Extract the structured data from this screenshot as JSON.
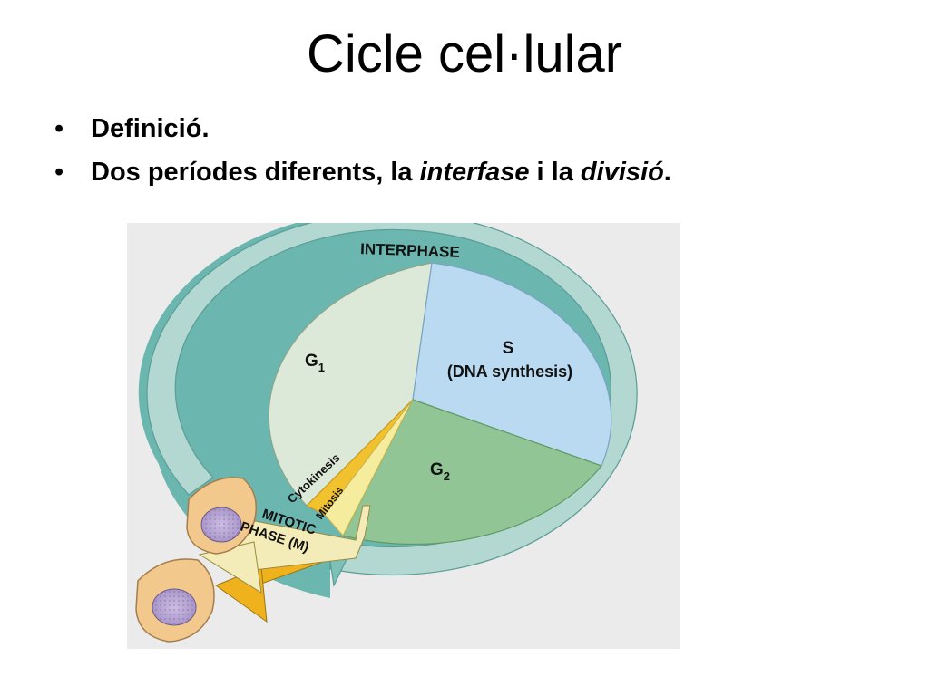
{
  "slide": {
    "title": "Cicle cel·lular",
    "bullets": [
      {
        "text": "Definició."
      },
      {
        "parts": [
          "Dos períodes diferents, la ",
          "interfase",
          " i la ",
          "divisió",
          "."
        ]
      }
    ]
  },
  "diagram": {
    "interphase_label": "INTERPHASE",
    "g1": {
      "main": "G",
      "sub": "1"
    },
    "s": {
      "line1": "S",
      "line2": "(DNA synthesis)"
    },
    "g2": {
      "main": "G",
      "sub": "2"
    },
    "cytokinesis": "Cytokinesis",
    "mitosis": "Mitosis",
    "mitotic_line1": "MITOTIC",
    "mitotic_line2": "PHASE (M)",
    "colors": {
      "g1": "#dde9d8",
      "s": "#b9daf0",
      "g2": "#92c595",
      "ring_top": "#b3d7d1",
      "ring_side": "#6bb7b0",
      "cytokinesis": "#f2c22e",
      "mitosis": "#f6ec9e",
      "arrow_light": "#f4ecb8",
      "arrow_dark": "#efb21c",
      "cell_body": "#f2c88d",
      "nucleus": "#b9a7d4"
    }
  }
}
